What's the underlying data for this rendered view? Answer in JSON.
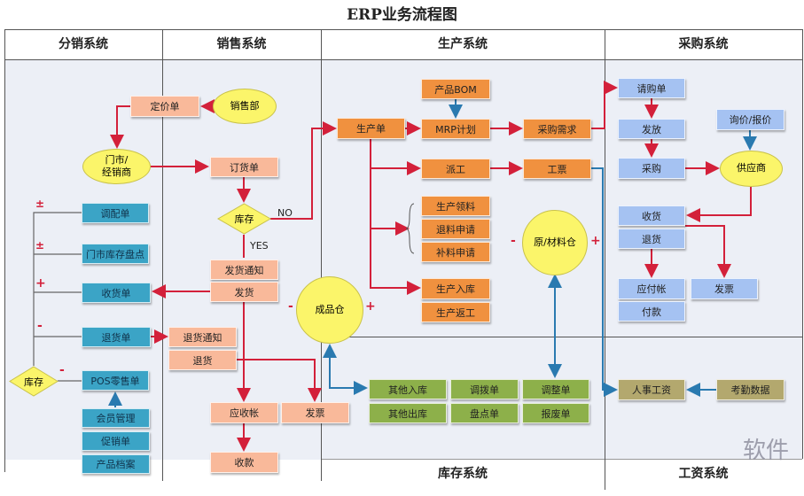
{
  "title": "ERP业务流程图",
  "columns": {
    "distribution": "分销系统",
    "sales": "销售系统",
    "production": "生产系统",
    "purchasing": "采购系统",
    "inventory": "库存系统",
    "payroll": "工资系统"
  },
  "distribution": {
    "dealer": "门市/\n经销商",
    "allocation": "调配单",
    "store_count": "门市库存盘点",
    "receipt": "收货单",
    "return": "退货单",
    "pos": "POS零售单",
    "member": "会员管理",
    "promotion": "促销单",
    "product_file": "产品档案",
    "stock": "库存",
    "signs": [
      "±",
      "±",
      "+",
      "-",
      "-"
    ]
  },
  "sales": {
    "pricing": "定价单",
    "sales_dept": "销售部",
    "order": "订货单",
    "stock": "库存",
    "no": "NO",
    "yes": "YES",
    "ship_notice": "发货通知",
    "ship": "发货",
    "return_notice": "退货通知",
    "return": "退货",
    "receivable": "应收帐",
    "invoice": "发票",
    "collection": "收款",
    "finished_store": "成品仓",
    "fs_minus": "-",
    "fs_plus": "+"
  },
  "production": {
    "order": "生产单",
    "bom": "产品BOM",
    "mrp": "MRP计划",
    "purchase_req": "采购需求",
    "dispatch": "派工",
    "ticket": "工票",
    "pick": "生产领料",
    "return_req": "退料申请",
    "supp_req": "补料申请",
    "inbound": "生产入库",
    "rework": "生产返工",
    "raw_store": "原/材料仓",
    "rs_minus": "-",
    "rs_plus": "+"
  },
  "purchasing": {
    "requisition": "请购单",
    "release": "发放",
    "purchase": "采购",
    "inquiry": "询价/报价",
    "supplier": "供应商",
    "receive": "收货",
    "return": "退货",
    "payable": "应付帐",
    "payment": "付款",
    "invoice": "发票"
  },
  "inventory": {
    "other_in": "其他入库",
    "transfer": "调拨单",
    "adjust": "调整单",
    "other_out": "其他出库",
    "count": "盘点单",
    "scrap": "报废单"
  },
  "payroll": {
    "hr_pay": "人事工资",
    "attendance": "考勤数据"
  },
  "watermark": "软件",
  "colors": {
    "red_arrow": "#d3203a",
    "blue_arrow": "#2a7ab0"
  }
}
